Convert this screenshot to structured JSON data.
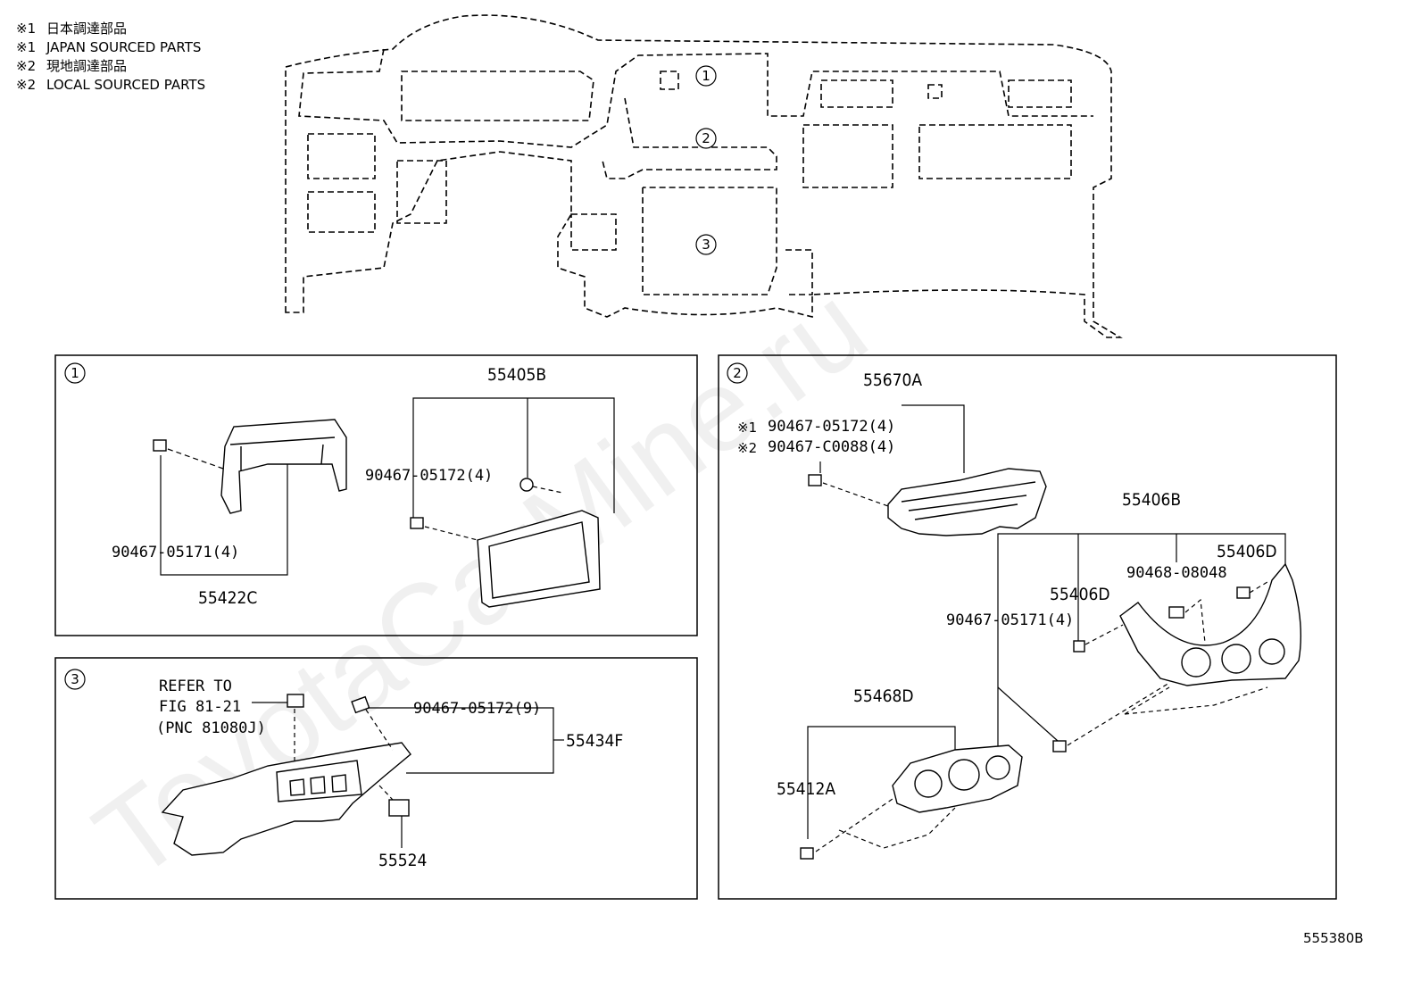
{
  "legend": [
    {
      "mark": "※1",
      "text": "日本調達部品"
    },
    {
      "mark": "※1",
      "text": "JAPAN SOURCED PARTS"
    },
    {
      "mark": "※2",
      "text": "現地調達部品"
    },
    {
      "mark": "※2",
      "text": "LOCAL SOURCED PARTS"
    }
  ],
  "overview": {
    "callouts": [
      "1",
      "2",
      "3"
    ]
  },
  "panel1": {
    "badge": "1",
    "parts": {
      "p55405B": "55405B",
      "clip_a": "90467-05172(4)",
      "clip_b": "90467-05171(4)",
      "p55422C": "55422C"
    }
  },
  "panel2": {
    "badge": "2",
    "parts": {
      "p55670A": "55670A",
      "note1_mark": "※1",
      "note1": "90467-05172(4)",
      "note2_mark": "※2",
      "note2": "90467-C0088(4)",
      "p55406B": "55406B",
      "p55406D_a": "55406D",
      "p90468": "90468-08048",
      "p55406D_b": "55406D",
      "clip": "90467-05171(4)",
      "p55468D": "55468D",
      "p55412A": "55412A"
    }
  },
  "panel3": {
    "badge": "3",
    "parts": {
      "refer1": "REFER TO",
      "refer2": "FIG 81-21",
      "refer3": "(PNC 81080J)",
      "clip": "90467-05172(9)",
      "p55434F": "55434F",
      "p55524": "55524"
    }
  },
  "figure_id": "555380B",
  "watermark": "ToyotaCarMine.ru"
}
